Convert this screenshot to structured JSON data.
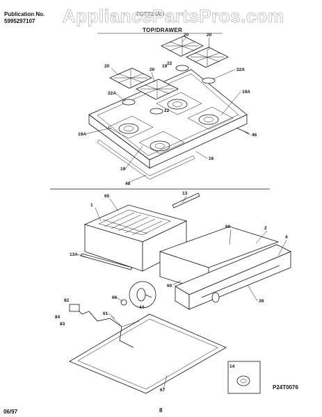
{
  "header": {
    "publication_label": "Publication No.",
    "publication_number": "5995297107",
    "model": "FGF316AD",
    "section_title": "TOP/DRAWER"
  },
  "watermark": "AppliancePartsPros.com",
  "footer": {
    "date": "06/97",
    "page": "8",
    "figure_code": "P24T0076"
  },
  "callouts": {
    "top": [
      "20",
      "20",
      "20",
      "20",
      "19",
      "22",
      "22A",
      "22A",
      "22",
      "19A",
      "19A",
      "46",
      "16",
      "19",
      "48"
    ],
    "drawer": [
      "65",
      "13",
      "1",
      "60",
      "2",
      "4",
      "13A",
      "60",
      "39",
      "44",
      "66",
      "61",
      "82",
      "84",
      "83",
      "67",
      "14"
    ]
  }
}
